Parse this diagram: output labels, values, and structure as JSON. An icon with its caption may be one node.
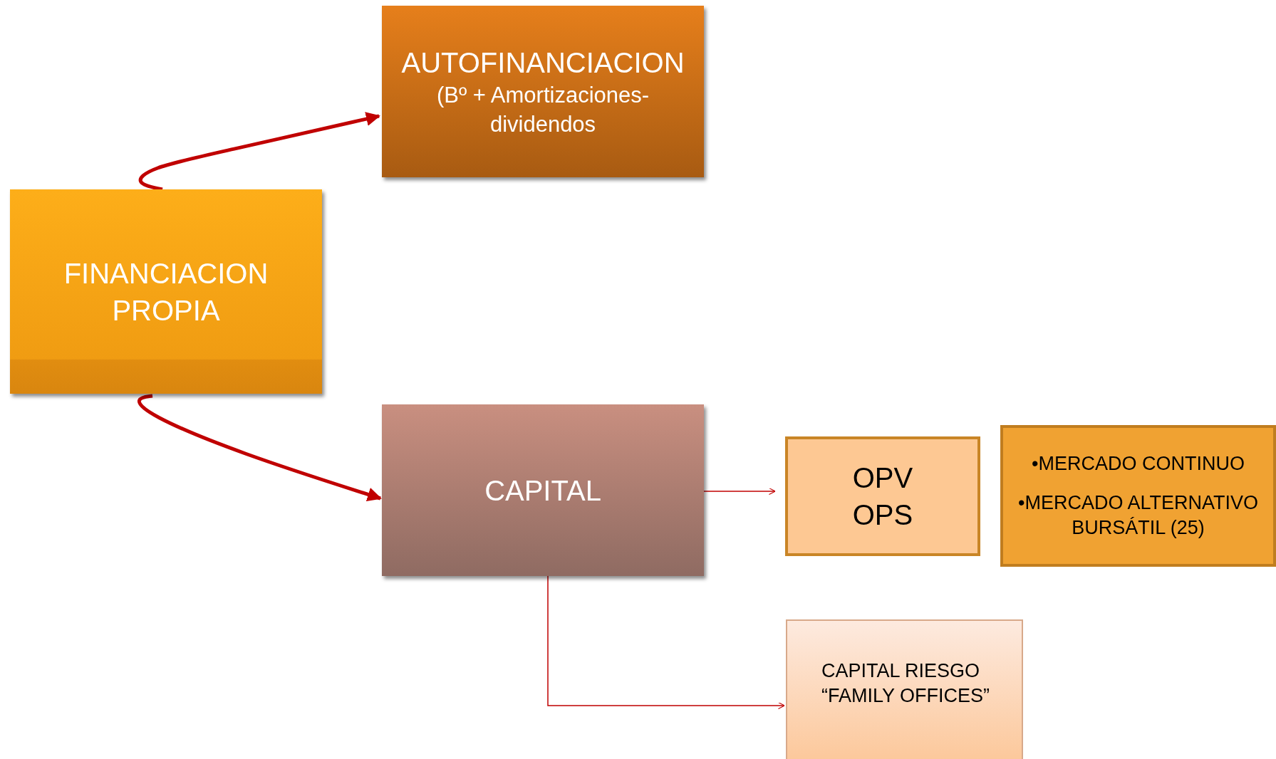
{
  "diagram": {
    "nodes": [
      {
        "text": [
          "FINANCIACION PROPIA"
        ]
      },
      {
        "text": [
          "AUTOFINANCIACION",
          "(Bº + Amortizaciones- dividendos"
        ]
      },
      {
        "text": [
          "CAPITAL"
        ]
      },
      {
        "text": [
          "OPV",
          "OPS"
        ]
      },
      {
        "text": [
          "•MERCADO CONTINUO",
          "•MERCADO ALTERNATIVO BURSÁTIL (25)"
        ]
      },
      {
        "text": [
          "CAPITAL RIESGO",
          "“FAMILY OFFICES”"
        ]
      }
    ],
    "edges": [
      {
        "from": 0,
        "to": 1,
        "arrow": "to",
        "style": "thick"
      },
      {
        "from": 0,
        "to": 2,
        "arrow": "to",
        "style": "thick"
      },
      {
        "from": 2,
        "to": 3,
        "arrow": "to"
      },
      {
        "from": 2,
        "to": 5,
        "arrow": "to"
      }
    ]
  }
}
